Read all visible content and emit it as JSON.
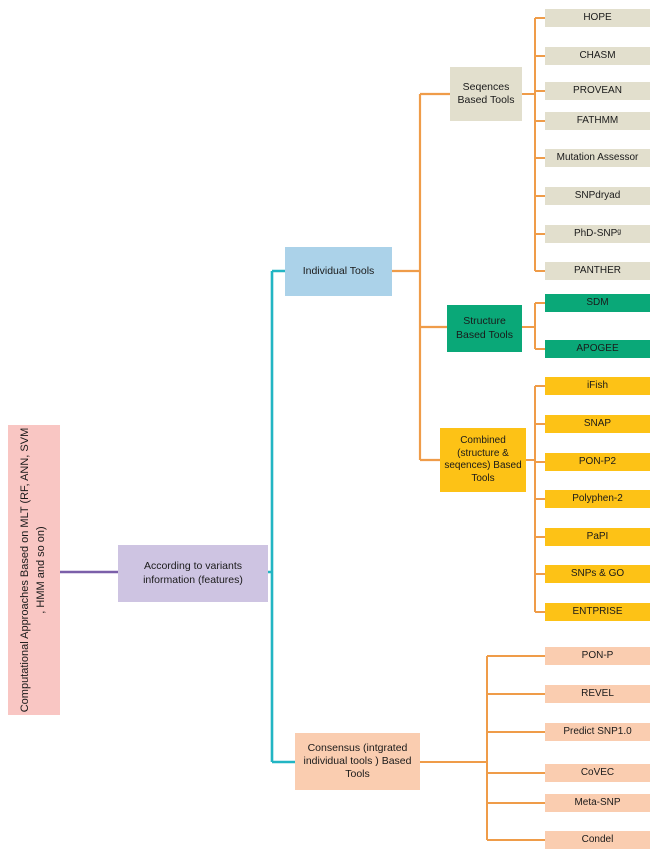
{
  "title": "Computational approaches classification diagram",
  "colors": {
    "root_pink": "#f9c6c3",
    "variants_lavender": "#cec4e2",
    "individual_blue": "#abd2e9",
    "sequence_beige": "#e2dfcd",
    "structure_green": "#0aa878",
    "combined_yellow": "#fdc216",
    "consensus_peach": "#facdb0",
    "wire_orange": "#ef9c49",
    "wire_teal": "#22b5c3",
    "wire_purple": "#7b5fa9"
  },
  "root": {
    "label": "Computational  Approaches  Based on MLT (RF, ANN, SVM , HMM and so on)"
  },
  "variants": {
    "label": "According to variants information (features)"
  },
  "individual": {
    "label": "Individual Tools"
  },
  "sequence": {
    "label": "Seqences Based Tools",
    "tools": [
      "HOPE",
      "CHASM",
      "PROVEAN",
      "FATHMM",
      "Mutation Assessor",
      "SNPdryad",
      "PhD-SNPᵍ",
      "PANTHER"
    ]
  },
  "structure": {
    "label": "Structure Based Tools",
    "tools": [
      "SDM",
      "APOGEE"
    ]
  },
  "combined": {
    "label": "Combined (structure & seqences) Based Tools",
    "tools": [
      "iFish",
      "SNAP",
      "PON-P2",
      "Polyphen-2",
      "PaPI",
      "SNPs & GO",
      "ENTPRISE"
    ]
  },
  "consensus": {
    "label": "Consensus (intgrated individual  tools ) Based Tools",
    "tools": [
      "PON-P",
      "REVEL",
      "Predict SNP1.0",
      "CoVEC",
      "Meta-SNP",
      "Condel"
    ]
  }
}
